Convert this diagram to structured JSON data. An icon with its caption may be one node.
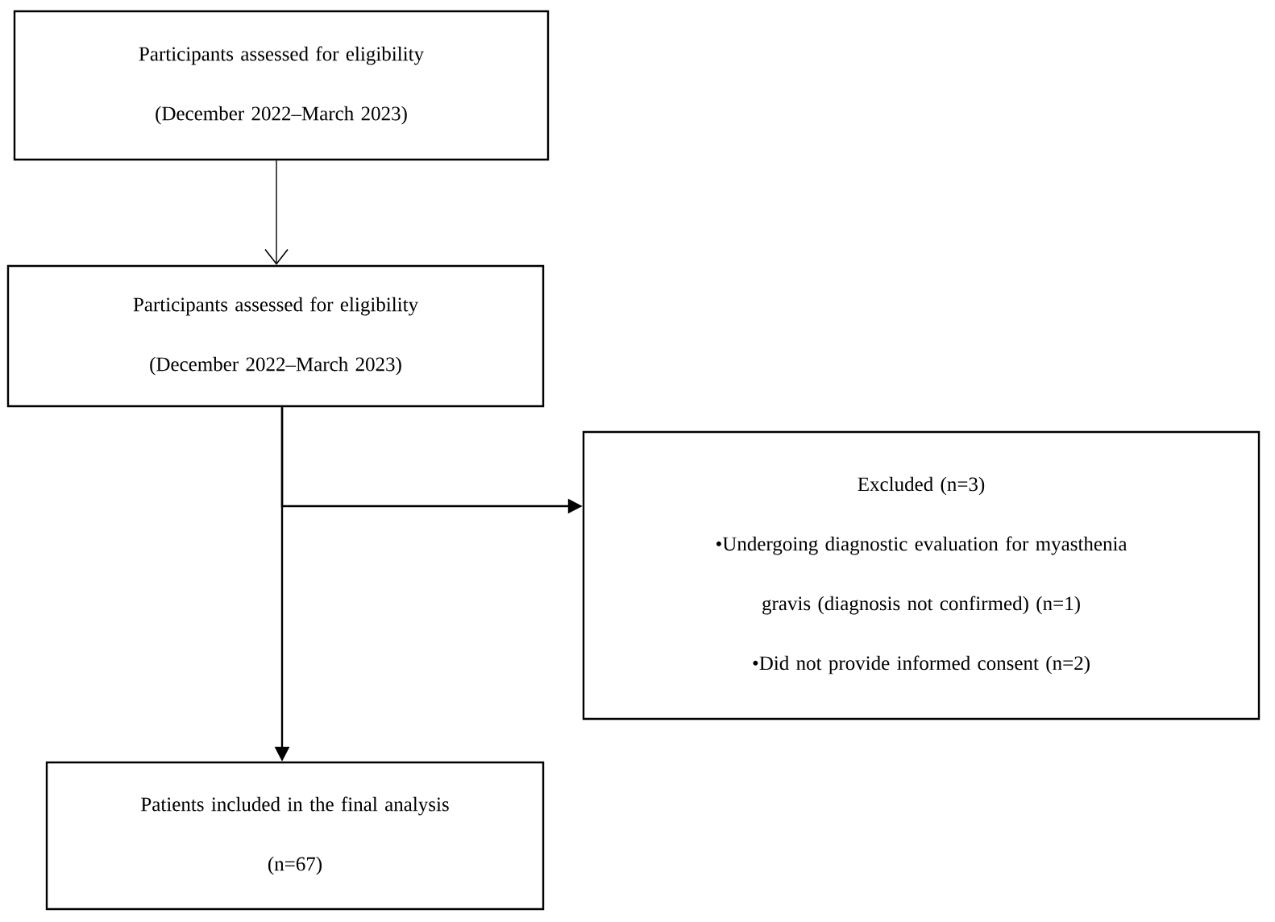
{
  "diagram": {
    "nodes": [
      {
        "text": [
          "Participants assessed for eligibility",
          "(December 2022–March 2023)"
        ]
      },
      {
        "text": [
          "Participants assessed for eligibility",
          "(December 2022–March 2023)"
        ]
      },
      {
        "text": [
          "Excluded (n=3)",
          "•Undergoing diagnostic evaluation for myasthenia gravis (diagnosis not confirmed) (n=1)",
          "•Did not provide informed consent (n=2)"
        ]
      },
      {
        "text": [
          "Patients included in the final analysis",
          "(n=67)"
        ]
      }
    ],
    "edges": [
      {
        "from": 0,
        "to": 1,
        "arrow": "to"
      },
      {
        "from": 1,
        "to": 2,
        "arrow": "to"
      },
      {
        "from": 1,
        "to": 3,
        "arrow": "to"
      }
    ]
  }
}
